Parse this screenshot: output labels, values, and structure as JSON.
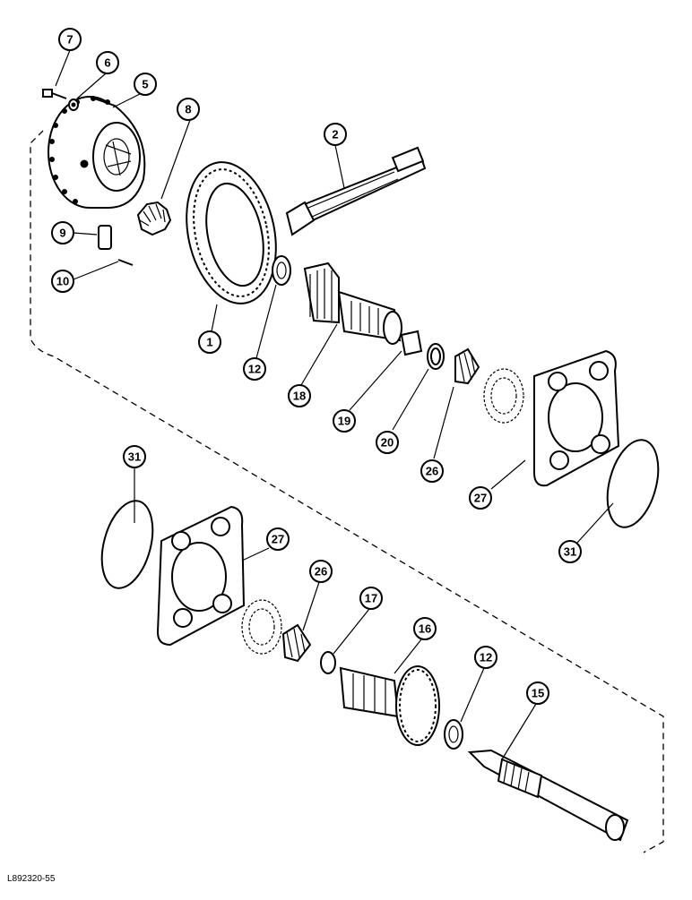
{
  "diagram": {
    "reference_code": "L892320-55",
    "callouts": [
      "7",
      "6",
      "5",
      "8",
      "2",
      "9",
      "10",
      "1",
      "12",
      "18",
      "19",
      "20",
      "26",
      "27",
      "31",
      "31",
      "27",
      "26",
      "17",
      "16",
      "12",
      "15"
    ]
  }
}
